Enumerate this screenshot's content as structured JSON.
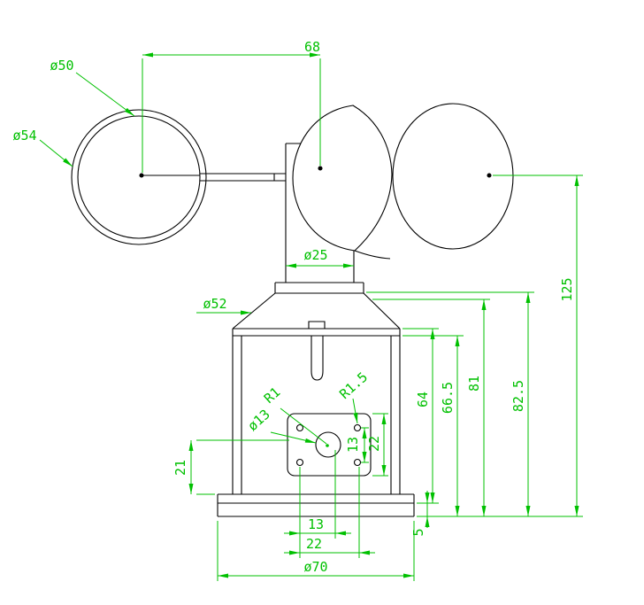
{
  "drawing": {
    "description": "cup anemometer dimensioned technical drawing",
    "colors": {
      "background": "#ffffff",
      "geometry": "#000000",
      "dimension": "#00c000"
    }
  },
  "labels": {
    "span68": "68",
    "dia50": "ø50",
    "dia54": "ø54",
    "dia25": "ø25",
    "dia52": "ø52",
    "h125": "125",
    "h82_5": "82.5",
    "h81": "81",
    "h66_5": "66.5",
    "h64": "64",
    "h5": "5",
    "h21": "21",
    "r1": "R1",
    "r1_5": "R1.5",
    "dia13": "ø13",
    "v13": "13",
    "v22": "22",
    "b13": "13",
    "b22": "22",
    "dia70": "ø70"
  }
}
